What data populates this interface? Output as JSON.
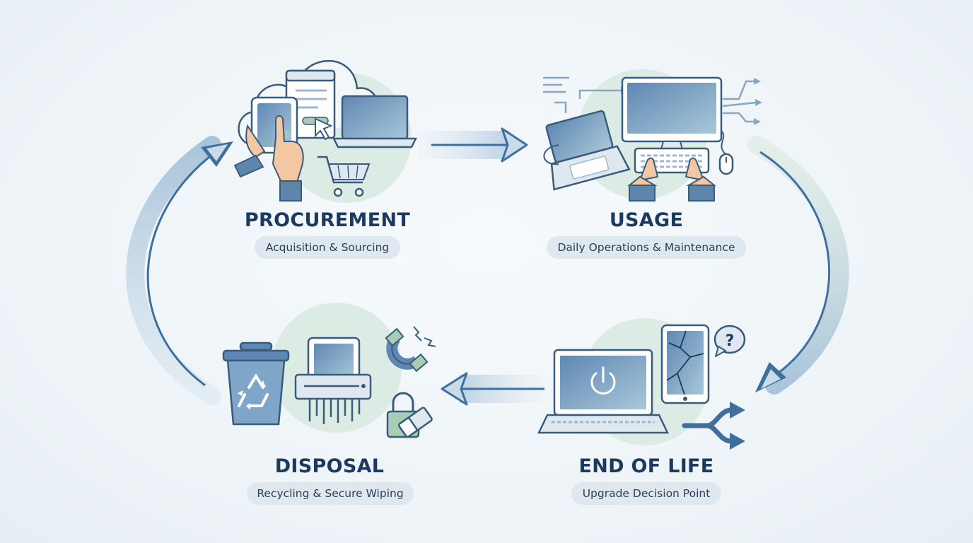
{
  "colors": {
    "title": "#1c3a5e",
    "subtitle_text": "#2a3f55",
    "pill_bg": "#dfe8ef",
    "arrow": "#3f6f9e",
    "arrow_light": "#c9dbe9",
    "icon_stroke": "#3a5c7c",
    "icon_fill_blue": "#7fa6c9",
    "icon_fill_green": "#a9cdb3",
    "circle_bg": "#dcebe4",
    "skin": "#f4c7a3"
  },
  "stages": [
    {
      "id": "procurement",
      "title": "PROCUREMENT",
      "subtitle": "Acquisition & Sourcing"
    },
    {
      "id": "usage",
      "title": "USAGE",
      "subtitle": "Daily Operations & Maintenance"
    },
    {
      "id": "end_of_life",
      "title": "END OF LIFE",
      "subtitle": "Upgrade Decision Point"
    },
    {
      "id": "disposal",
      "title": "DISPOSAL",
      "subtitle": "Recycling & Secure Wiping"
    }
  ],
  "icons": {
    "procurement": [
      "cloud-icon",
      "tablet-icon",
      "browser-window-icon",
      "laptop-icon",
      "cursor-icon",
      "shopping-cart-icon",
      "hand-icon"
    ],
    "usage": [
      "desktop-monitor-icon",
      "laptop-icon",
      "keyboard-icon",
      "mouse-icon",
      "data-flow-arrows-icon"
    ],
    "end_of_life": [
      "laptop-power-icon",
      "cracked-tablet-icon",
      "question-bubble-icon",
      "split-arrow-icon"
    ],
    "disposal": [
      "recycle-bin-icon",
      "paper-shredder-icon",
      "magnet-icon",
      "padlock-icon",
      "eraser-icon"
    ]
  },
  "flow": [
    "procurement",
    "usage",
    "end_of_life",
    "disposal"
  ]
}
